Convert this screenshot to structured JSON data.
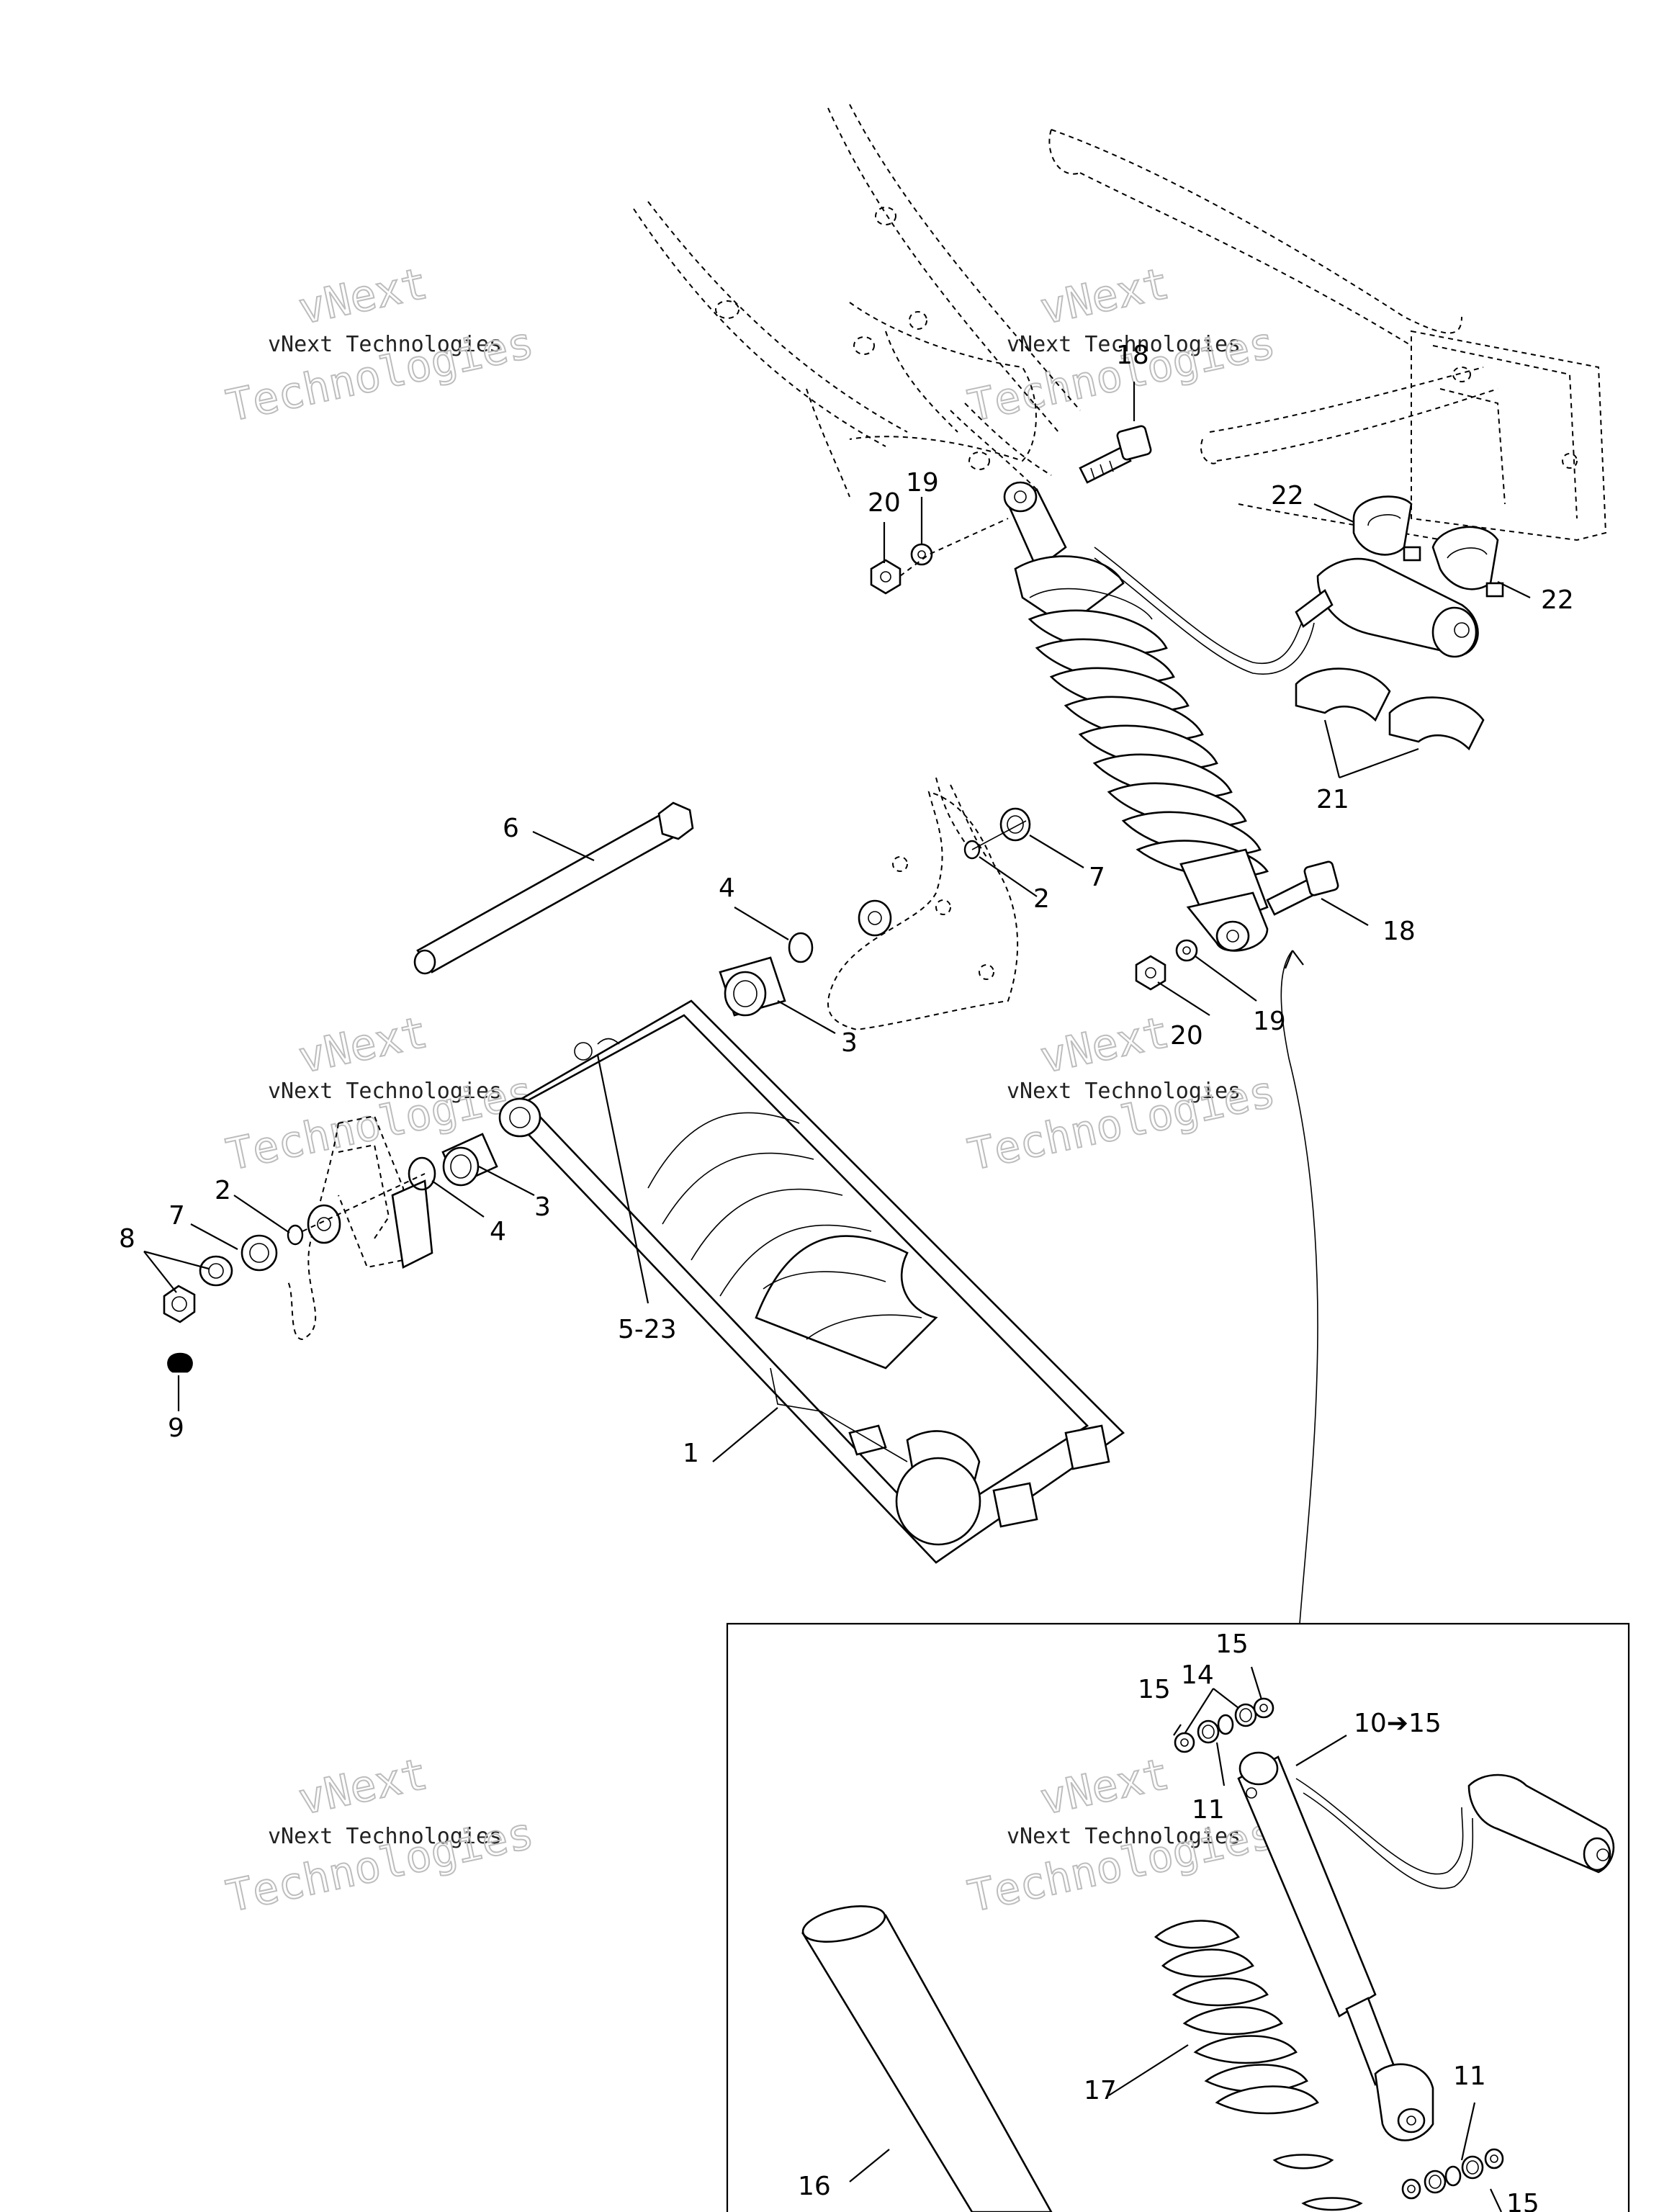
{
  "watermark": {
    "line1": "vNext",
    "line2": "vNext Technologies",
    "line3": "Technologies"
  },
  "callouts": {
    "c1": "1",
    "c2a": "2",
    "c2b": "2",
    "c3a": "3",
    "c3b": "3",
    "c4a": "4",
    "c4b": "4",
    "c5_23": "5-23",
    "c6": "6",
    "c7a": "7",
    "c7b": "7",
    "c8": "8",
    "c9": "9",
    "c10_15": "10➔15",
    "c11a": "11",
    "c11b": "11",
    "c14": "14",
    "c15a": "15",
    "c15b": "15",
    "c15c": "15",
    "c16": "16",
    "c17": "17",
    "c18a": "18",
    "c18b": "18",
    "c19a": "19",
    "c19b": "19",
    "c20a": "20",
    "c20b": "20",
    "c21": "21",
    "c22a": "22",
    "c22b": "22"
  }
}
